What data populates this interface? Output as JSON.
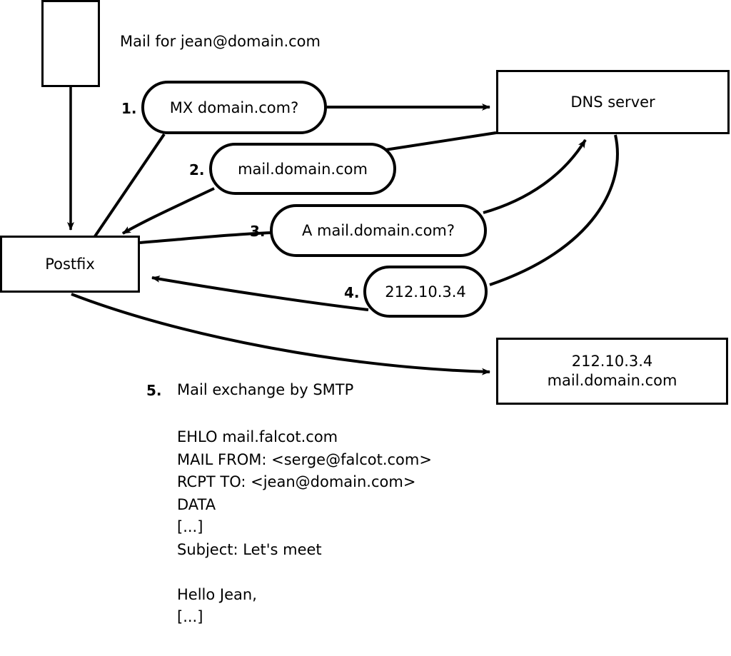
{
  "diagram": {
    "title_note": "Mail for jean@domain.com",
    "nodes": [
      {
        "id": "mail-source",
        "label": ""
      },
      {
        "id": "postfix",
        "label": "Postfix"
      },
      {
        "id": "dns-server",
        "label": "DNS server"
      },
      {
        "id": "remote-mail-server",
        "line1": "212.10.3.4",
        "line2": "mail.domain.com"
      }
    ],
    "steps": [
      {
        "num": "1.",
        "text": "MX domain.com?"
      },
      {
        "num": "2.",
        "text": "mail.domain.com"
      },
      {
        "num": "3.",
        "text": "A mail.domain.com?"
      },
      {
        "num": "4.",
        "text": "212.10.3.4"
      }
    ],
    "step5": {
      "num": "5.",
      "text": "Mail exchange by SMTP"
    },
    "smtp_transcript": [
      "EHLO mail.falcot.com",
      "MAIL FROM: <serge@falcot.com>",
      "RCPT TO: <jean@domain.com>",
      "DATA",
      "[...]",
      "Subject: Let's meet",
      "",
      "Hello Jean,",
      "[...]",
      "",
      "."
    ],
    "colors": {
      "stroke": "#000000",
      "fill": "#ffffff",
      "text": "#000000"
    }
  }
}
